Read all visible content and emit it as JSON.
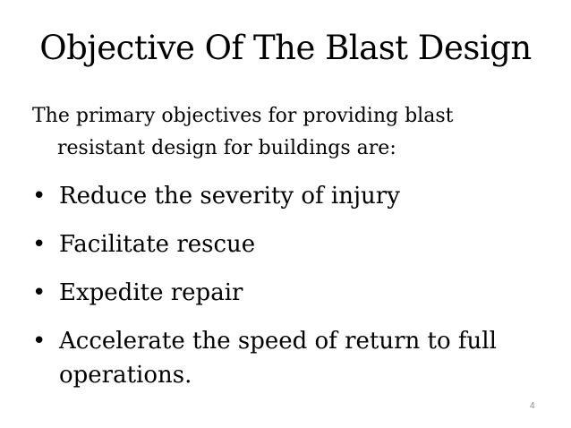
{
  "slide": {
    "title": "Objective Of The Blast Design",
    "intro_line1": "The primary objectives for providing blast",
    "intro_line2": "resistant design for buildings are:",
    "bullet_symbol": "•",
    "bullets": [
      "Reduce the severity of injury",
      "Facilitate rescue",
      "Expedite repair",
      "Accelerate the speed of return to full operations."
    ],
    "page_number": "4"
  }
}
